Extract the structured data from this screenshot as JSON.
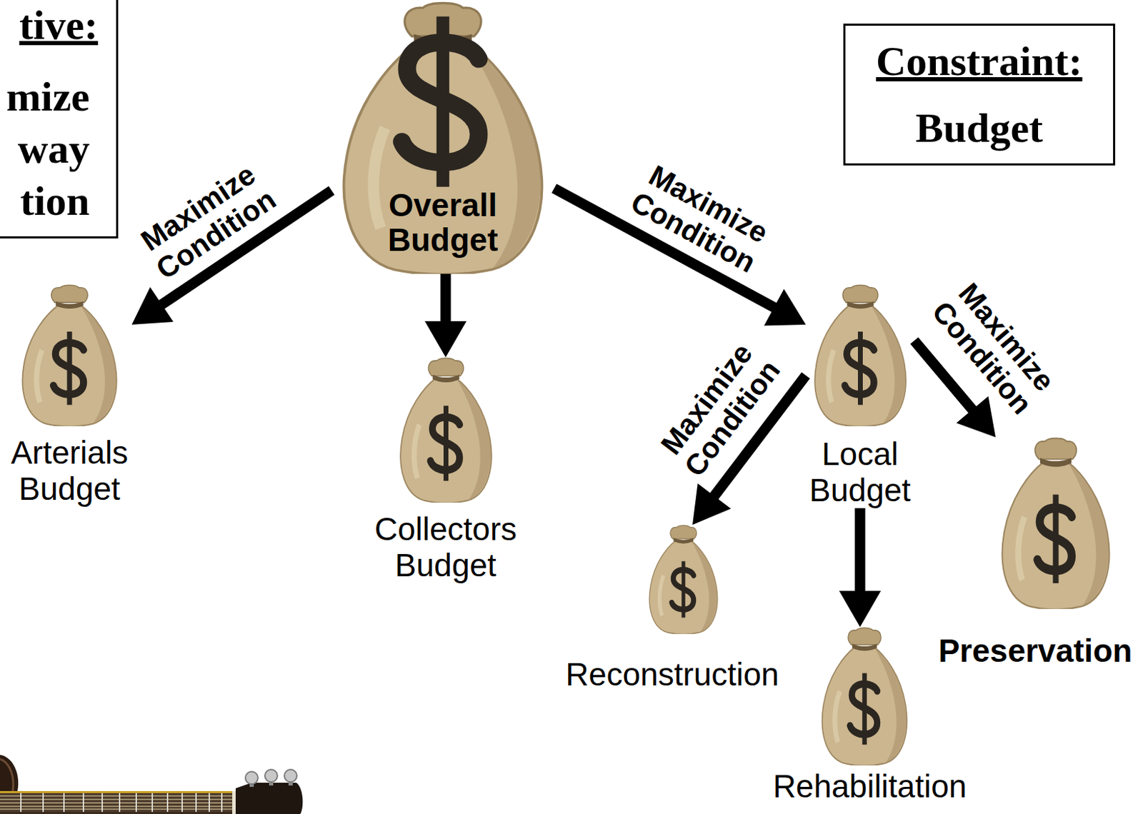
{
  "diagram": {
    "nodes": [
      {
        "text": [
          "tive:",
          "mize way tion"
        ]
      },
      {
        "text": [
          "Overall Budget"
        ]
      },
      {
        "text": [
          "Constraint:",
          "Budget"
        ]
      },
      {
        "text": [
          "Arterials Budget"
        ]
      },
      {
        "text": [
          "Collectors Budget"
        ]
      },
      {
        "text": [
          "Local Budget"
        ]
      },
      {
        "text": [
          "Reconstruction"
        ]
      },
      {
        "text": [
          "Rehabilitation"
        ]
      },
      {
        "text": [
          "Preservation"
        ]
      }
    ],
    "edges": [
      {
        "from": 1,
        "to": 3,
        "arrow": "to",
        "label": "Maximize Condition"
      },
      {
        "from": 1,
        "to": 4,
        "arrow": "to"
      },
      {
        "from": 1,
        "to": 5,
        "arrow": "to",
        "label": "Maximize Condition"
      },
      {
        "from": 5,
        "to": 6,
        "arrow": "to",
        "label": "Maximize Condition"
      },
      {
        "from": 5,
        "to": 7,
        "arrow": "to"
      },
      {
        "from": 5,
        "to": 8,
        "arrow": "to",
        "label": "Maximize Condition"
      }
    ]
  }
}
